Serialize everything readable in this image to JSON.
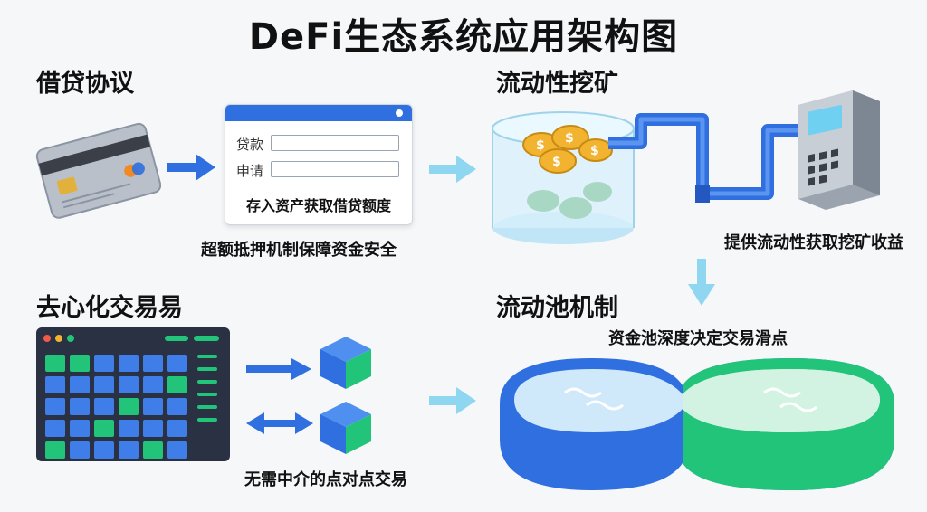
{
  "title": "DeFi生态系统应用架构图",
  "sections": {
    "lending": {
      "title": "借贷协议",
      "form": {
        "row1_label": "贷款",
        "row2_label": "申请",
        "note": "存入资产获取借贷额度"
      },
      "caption": "超额抵押机制保障资金安全"
    },
    "mining": {
      "title": "流动性挖矿",
      "caption": "提供流动性获取挖矿收益"
    },
    "dex": {
      "title": "去心化交易易",
      "caption": "无需中介的点对点交易"
    },
    "pool": {
      "title": "流动池机制",
      "caption": "资金池深度决定交易滑点"
    }
  },
  "colors": {
    "accent_blue": "#2f6fe0",
    "light_arrow": "#8fd6f0",
    "green": "#22c47a",
    "dark_panel": "#2a3142"
  }
}
